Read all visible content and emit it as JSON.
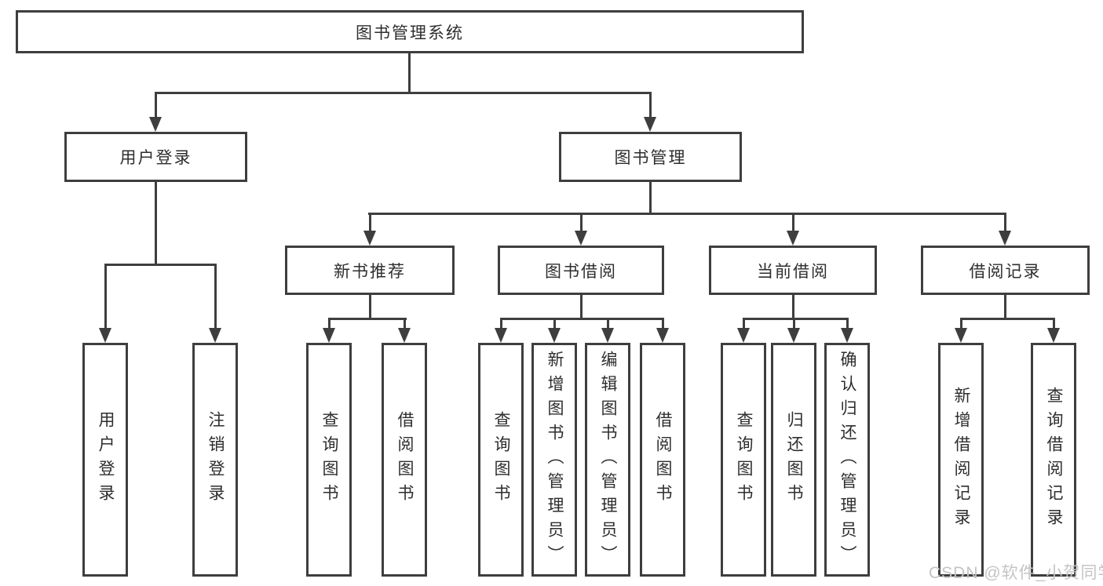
{
  "tree": {
    "root": "图书管理系统",
    "l2": [
      "用户登录",
      "图书管理"
    ],
    "l2_children": {
      "user": [
        "用户登录",
        "注销登录"
      ]
    },
    "l3": [
      "新书推荐",
      "图书借阅",
      "当前借阅",
      "借阅记录"
    ],
    "l3_children": [
      [
        "查询图书",
        "借阅图书"
      ],
      [
        "查询图书",
        "新增图书（管理员）",
        "编辑图书（管理员）",
        "借阅图书"
      ],
      [
        "查询图书",
        "归还图书",
        "确认归还（管理员）"
      ],
      [
        "新增借阅记录",
        "查询借阅记录"
      ]
    ]
  },
  "watermark": "CSDN @软件_小贺同学",
  "colors": {
    "line": "#3e3e3e",
    "text": "#2e2e2e",
    "watermark": "#c4c4c4",
    "background": "#ffffff"
  }
}
